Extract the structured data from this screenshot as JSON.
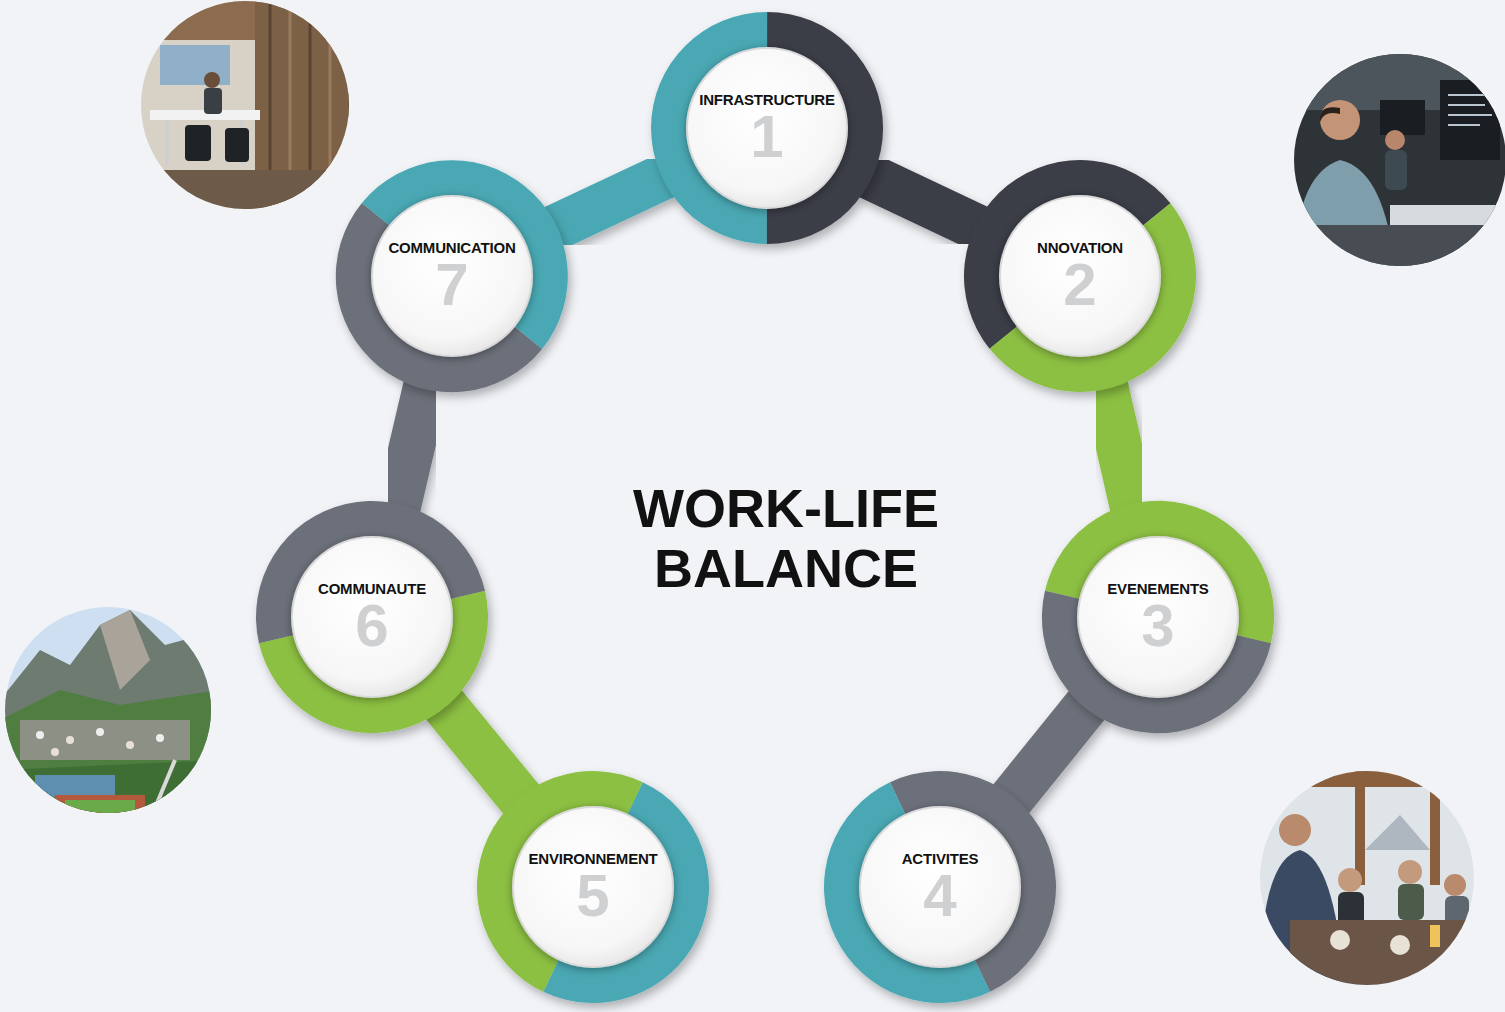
{
  "diagram": {
    "title": "WORK-LIFE BALANCE",
    "nodes": [
      {
        "text": [
          "INFRASTRUCTURE",
          "1"
        ]
      },
      {
        "text": [
          "NNOVATION",
          "2"
        ]
      },
      {
        "text": [
          "EVENEMENTS",
          "3"
        ]
      },
      {
        "text": [
          "ACTIVITES",
          "4"
        ]
      },
      {
        "text": [
          "ENVIRONNEMENT",
          "5"
        ]
      },
      {
        "text": [
          "COMMUNAUTE",
          "6"
        ]
      },
      {
        "text": [
          "COMMUNICATION",
          "7"
        ]
      }
    ],
    "edges": [
      {
        "from": 0,
        "to": 1,
        "arrow": "none"
      },
      {
        "from": 1,
        "to": 2,
        "arrow": "none"
      },
      {
        "from": 2,
        "to": 3,
        "arrow": "none"
      },
      {
        "from": 3,
        "to": 4,
        "arrow": "none"
      },
      {
        "from": 4,
        "to": 5,
        "arrow": "none"
      },
      {
        "from": 5,
        "to": 6,
        "arrow": "none"
      },
      {
        "from": 6,
        "to": 0,
        "arrow": "none"
      }
    ]
  }
}
